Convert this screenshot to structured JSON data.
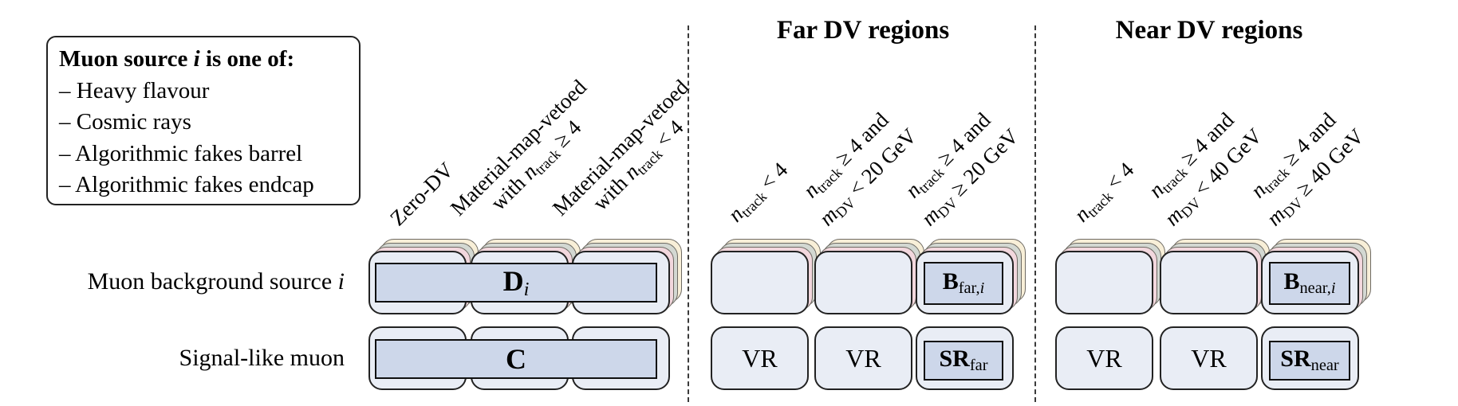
{
  "legend": {
    "title_rich": [
      [
        [
          "b",
          "Muon source "
        ],
        [
          "bi",
          "i"
        ],
        [
          "b",
          " is one of:"
        ]
      ]
    ],
    "items": [
      "– Heavy flavour",
      "– Cosmic rays",
      "– Algorithmic fakes barrel",
      "– Algorithmic fakes endcap"
    ]
  },
  "sections": {
    "far_title": "Far DV regions",
    "near_title": "Near DV regions"
  },
  "row_labels": {
    "background_rich": [
      [
        [
          "n",
          "Muon background source "
        ],
        [
          "i",
          "i"
        ]
      ]
    ],
    "signal": "Signal-like muon"
  },
  "column_headers": {
    "g1c1": [
      [
        [
          "n",
          "Zero-DV"
        ]
      ]
    ],
    "g1c2": [
      [
        [
          "n",
          "Material-map-vetoed"
        ]
      ],
      [
        [
          "n",
          "with "
        ],
        [
          "i",
          "n"
        ],
        [
          "sub",
          "track"
        ],
        [
          "n",
          " ≥ 4"
        ]
      ]
    ],
    "g1c3": [
      [
        [
          "n",
          "Material-map-vetoed"
        ]
      ],
      [
        [
          "n",
          "with "
        ],
        [
          "i",
          "n"
        ],
        [
          "sub",
          "track"
        ],
        [
          "n",
          " < 4"
        ]
      ]
    ],
    "g2c1": [
      [
        [
          "i",
          "n"
        ],
        [
          "sub",
          "track"
        ],
        [
          "n",
          " < 4"
        ]
      ]
    ],
    "g2c2": [
      [
        [
          "i",
          "n"
        ],
        [
          "sub",
          "track"
        ],
        [
          "n",
          " ≥ 4 and"
        ]
      ],
      [
        [
          "i",
          "m"
        ],
        [
          "sub",
          "DV"
        ],
        [
          "n",
          " < 20 GeV"
        ]
      ]
    ],
    "g2c3": [
      [
        [
          "i",
          "n"
        ],
        [
          "sub",
          "track"
        ],
        [
          "n",
          " ≥ 4 and"
        ]
      ],
      [
        [
          "i",
          "m"
        ],
        [
          "sub",
          "DV"
        ],
        [
          "n",
          " ≥ 20 GeV"
        ]
      ]
    ],
    "g3c1": [
      [
        [
          "i",
          "n"
        ],
        [
          "sub",
          "track"
        ],
        [
          "n",
          " < 4"
        ]
      ]
    ],
    "g3c2": [
      [
        [
          "i",
          "n"
        ],
        [
          "sub",
          "track"
        ],
        [
          "n",
          " ≥ 4 and"
        ]
      ],
      [
        [
          "i",
          "m"
        ],
        [
          "sub",
          "DV"
        ],
        [
          "n",
          " < 40 GeV"
        ]
      ]
    ],
    "g3c3": [
      [
        [
          "i",
          "n"
        ],
        [
          "sub",
          "track"
        ],
        [
          "n",
          " ≥ 4 and"
        ]
      ],
      [
        [
          "i",
          "m"
        ],
        [
          "sub",
          "DV"
        ],
        [
          "n",
          " ≥ 40 GeV"
        ]
      ]
    ]
  },
  "cells": {
    "d_rich": [
      [
        [
          "b",
          "D"
        ],
        [
          "subi",
          "i"
        ]
      ]
    ],
    "c_rich": [
      [
        [
          "b",
          "C"
        ]
      ]
    ],
    "b_far_rich": [
      [
        [
          "b",
          "B"
        ],
        [
          "sub",
          "far,"
        ],
        [
          "subi",
          "i"
        ]
      ]
    ],
    "sr_far_rich": [
      [
        [
          "b",
          "SR"
        ],
        [
          "sub",
          "far"
        ]
      ]
    ],
    "b_near_rich": [
      [
        [
          "b",
          "B"
        ],
        [
          "sub",
          "near,"
        ],
        [
          "subi",
          "i"
        ]
      ]
    ],
    "sr_near_rich": [
      [
        [
          "b",
          "SR"
        ],
        [
          "sub",
          "near"
        ]
      ]
    ],
    "vr": "VR"
  },
  "palette": {
    "card_fill": "#e9edf5",
    "card_border": "#222222",
    "inner_fill": "#cdd7ea",
    "stack_pink": "#f2d7dd",
    "stack_green": "#d3d8d2",
    "stack_cream": "#f8efd8",
    "separator": "#3a3a3a"
  }
}
